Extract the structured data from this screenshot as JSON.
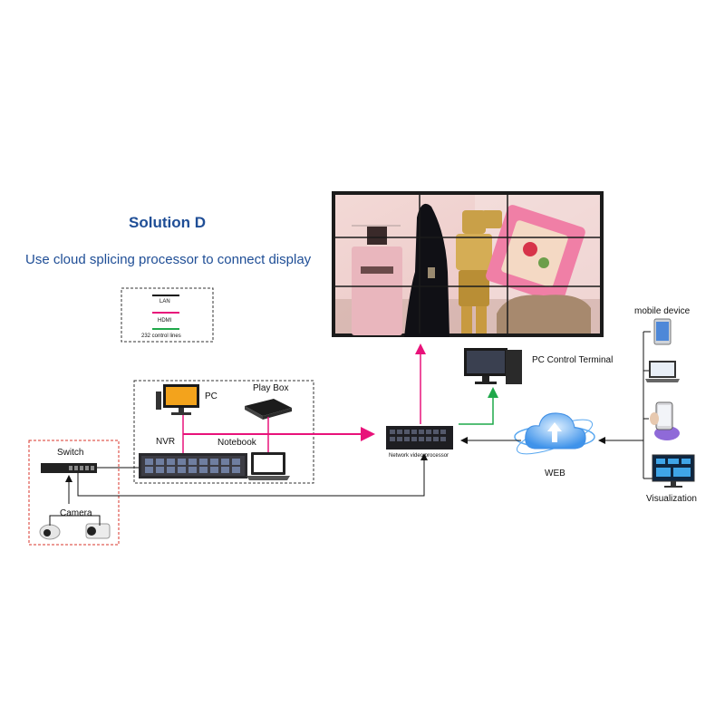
{
  "title": "Solution D",
  "subtitle": "Use cloud splicing processor to connect display",
  "legend": {
    "lan": "LAN",
    "hdmi": "HDMI",
    "control": "232 control lines",
    "colors": {
      "lan": "#111111",
      "hdmi": "#e8127a",
      "control": "#1fa84a"
    }
  },
  "nodes": {
    "pc": "PC",
    "play_box": "Play Box",
    "nvr": "NVR",
    "notebook": "Notebook",
    "switch": "Switch",
    "camera": "Camera",
    "processor": "Network video processor",
    "pc_control": "PC Control Terminal",
    "web": "WEB",
    "mobile_device": "mobile device",
    "visualization": "Visualization"
  },
  "video_wall": {
    "grid": "3x3",
    "content": "perfume-bottles-photo"
  },
  "icons": [
    "monitor-icon",
    "tv-box-icon",
    "nvr-icon",
    "laptop-icon",
    "switch-icon",
    "camera-icon",
    "processor-icon",
    "desktop-computer-icon",
    "cloud-upload-icon",
    "tablet-icon",
    "phone-icon",
    "dashboard-monitor-icon"
  ]
}
